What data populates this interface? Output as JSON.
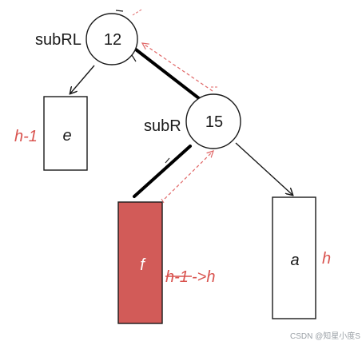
{
  "nodes": {
    "subRL": {
      "name": "subRL",
      "value": "12"
    },
    "subR": {
      "name": "subR",
      "value": "15"
    }
  },
  "boxes": {
    "e": {
      "label": "e",
      "height_label": "h-1"
    },
    "f": {
      "label": "f",
      "height_label_old": "h-1",
      "height_label_arrow": "->h"
    },
    "a": {
      "label": "a",
      "height_label": "h"
    }
  },
  "colors": {
    "highlight_fill": "#d25b58",
    "annotation_red": "#d9534f",
    "ink": "#1a1a1a"
  },
  "watermark": "CSDN @知星小度S"
}
